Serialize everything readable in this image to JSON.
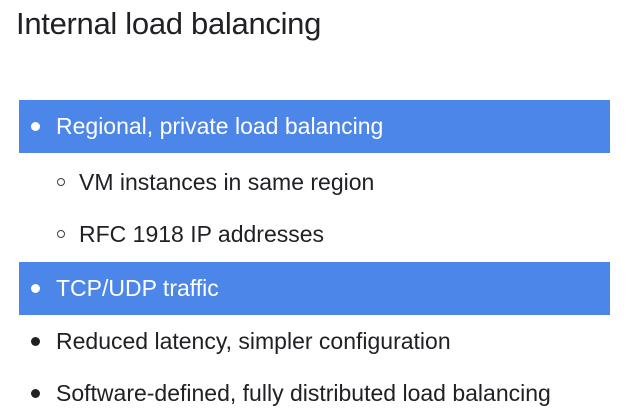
{
  "slide": {
    "title": "Internal load balancing",
    "bullets": [
      {
        "text": "Regional, private load balancing",
        "level": 1,
        "highlighted": true
      },
      {
        "text": "VM instances in same region",
        "level": 2,
        "highlighted": false
      },
      {
        "text": "RFC 1918 IP addresses",
        "level": 2,
        "highlighted": false
      },
      {
        "text": "TCP/UDP traffic",
        "level": 1,
        "highlighted": true
      },
      {
        "text": "Reduced latency, simpler configuration",
        "level": 1,
        "highlighted": false
      },
      {
        "text": "Software-defined, fully distributed load balancing",
        "level": 1,
        "highlighted": false
      }
    ]
  },
  "colors": {
    "highlight_bar": "#4c86e8",
    "highlight_text": "#ffffff",
    "body_text": "#202124",
    "background": "#ffffff"
  }
}
